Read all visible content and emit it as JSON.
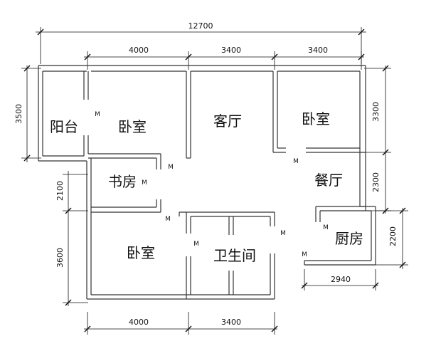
{
  "dimensions": {
    "top_total": "12700",
    "top_seg_1": "4000",
    "top_seg_2": "3400",
    "top_seg_3": "3400",
    "left_upper": "3500",
    "left_middle": "2100",
    "left_lower": "3600",
    "right_upper": "3300",
    "right_middle": "2300",
    "right_kitchen": "2200",
    "kitchen_width": "2940",
    "bottom_seg_1": "4000",
    "bottom_seg_2": "3400"
  },
  "rooms": {
    "balcony": "阳台",
    "bedroom_top_left": "卧室",
    "living_room": "客厅",
    "bedroom_top_right": "卧室",
    "study": "书房",
    "dining": "餐厅",
    "bedroom_bottom_left": "卧室",
    "bathroom": "卫生间",
    "kitchen": "厨房"
  },
  "door_marks": {
    "m1": "M",
    "m2": "M",
    "m3": "M",
    "m4": "M",
    "m5": "M",
    "m6": "M",
    "m7": "M",
    "m8": "M",
    "m9": "M"
  }
}
